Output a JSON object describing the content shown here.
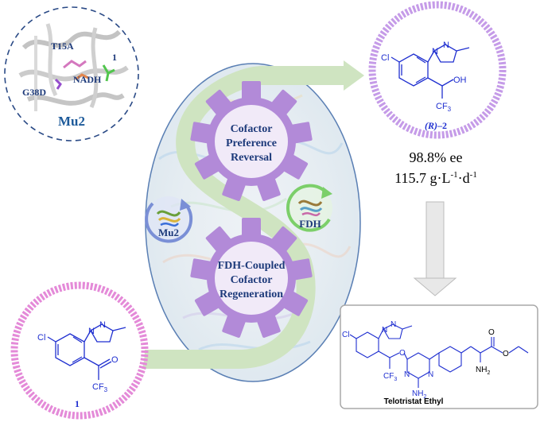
{
  "colors": {
    "gear": "#b28ad8",
    "gear_dark": "#9f74cc",
    "arrow_green": "#cfe4c1",
    "pink_ring": "#e48ad8",
    "lilac_ring": "#c59be8",
    "navy": "#1d3a7a",
    "molecule_blue": "#1f2fd0",
    "gray_arrow": "#d6d6d6",
    "badge_blue": "#7a8fd6",
    "badge_green": "#7ccf6a"
  },
  "enzyme": {
    "mutation_1": "T15A",
    "mutation_2": "G38D",
    "cofactor": "NADH",
    "substrate_label": "1",
    "name": "Mu2"
  },
  "gears": {
    "top": [
      "Cofactor",
      "Preference",
      "Reversal"
    ],
    "bottom": [
      "FDH-Coupled",
      "Cofactor",
      "Regeneration"
    ]
  },
  "badges": {
    "left": "Mu2",
    "right": "FDH"
  },
  "substrate": {
    "atom_cl": "Cl",
    "atom_n1": "N",
    "atom_n2": "N",
    "atom_o": "O",
    "group_cf3": "CF",
    "cf3_sub": "3",
    "compound_label": "1"
  },
  "product": {
    "atom_cl": "Cl",
    "atom_n1": "N",
    "atom_n2": "N",
    "group_oh": "OH",
    "group_cf3": "CF",
    "cf3_sub": "3",
    "label_config": "(R)",
    "label_num": "–2"
  },
  "results": {
    "ee": "98.8% ee",
    "productivity_value": "115.7 g·L",
    "unit_exp1": "-1",
    "unit_mid": "·d",
    "unit_exp2": "-1"
  },
  "final_product": {
    "atom_cl": "Cl",
    "atom_n1": "N",
    "atom_n2": "N",
    "atom_o": "O",
    "group_cf3": "CF",
    "cf3_sub": "3",
    "ring_n1": "N",
    "ring_n2": "N",
    "group_nh2_low": "NH",
    "nh2_low_sub": "2",
    "group_nh2": "NH",
    "nh2_sub": "2",
    "ester_o1": "O",
    "ester_o2": "O",
    "name": "Telotristat  Ethyl"
  }
}
